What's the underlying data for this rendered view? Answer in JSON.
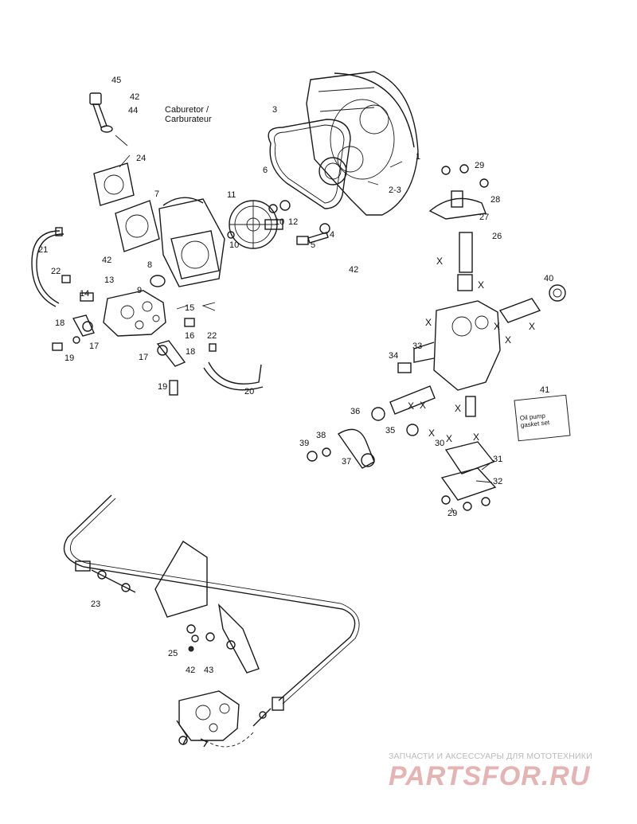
{
  "callouts": {
    "c45": "45",
    "c42a": "42",
    "c44": "44",
    "c24": "24",
    "c7": "7",
    "c3": "3",
    "c6": "6",
    "c1": "1",
    "c2_3": "2-3",
    "c11": "11",
    "c10a": "10",
    "c12": "12",
    "c4": "4",
    "c5": "5",
    "c42b": "42",
    "c29a": "29",
    "c28": "28",
    "c27": "27",
    "c26": "26",
    "c40": "40",
    "c21": "21",
    "c42c": "42",
    "c22a": "22",
    "c8": "8",
    "c13": "13",
    "c14": "14",
    "c9": "9",
    "c10b": "10",
    "c15": "15",
    "c16": "16",
    "c18a": "18",
    "c17a": "17",
    "c19a": "19",
    "c22b": "22",
    "c17b": "17",
    "c18b": "18",
    "c20": "20",
    "c19b": "19",
    "c34": "34",
    "c33": "33",
    "c36": "36",
    "c35": "35",
    "c38": "38",
    "c39": "39",
    "c37": "37",
    "c30": "30",
    "c31": "31",
    "c32": "32",
    "c29b": "29",
    "c41": "41",
    "c23": "23",
    "c25": "25",
    "c42d": "42",
    "c43": "43"
  },
  "carburetor_note": [
    "Caburetor /",
    "Carburateur"
  ],
  "x_marks": [
    "X",
    "X",
    "X",
    "X",
    "X",
    "X",
    "X",
    "X",
    "X",
    "X",
    "X",
    "X"
  ],
  "gasket_kit_label": [
    "Oil pump",
    "gasket set"
  ],
  "watermark": {
    "tagline": "ЗАПЧАСТИ И АКСЕССУАРЫ ДЛЯ МОТОТЕХНИКИ",
    "logo": "PARTSFOR.RU"
  }
}
